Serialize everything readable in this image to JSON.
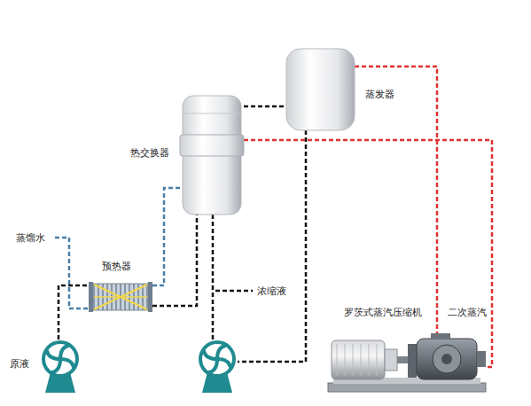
{
  "diagram": {
    "nodes": [
      {
        "text": [
          "热交换器"
        ]
      },
      {
        "text": [
          "蒸发器"
        ]
      },
      {
        "text": [
          "预热器"
        ]
      },
      {
        "text": [
          "原液"
        ]
      },
      {
        "text": [
          "罗茨式蒸汽压缩机"
        ]
      }
    ],
    "edges": [
      {
        "from": 3,
        "to": 2,
        "arrow": "none"
      },
      {
        "from": 2,
        "to": 0,
        "arrow": "none"
      },
      {
        "from": 0,
        "to": 1,
        "arrow": "none"
      },
      {
        "from": 1,
        "to": 4,
        "label": "二次蒸汽",
        "arrow": "none"
      },
      {
        "from": 4,
        "to": 0,
        "arrow": "none"
      },
      {
        "from": 0,
        "to": 2,
        "arrow": "none"
      }
    ],
    "labels": [
      "蒸馏水",
      "浓缩液"
    ]
  }
}
